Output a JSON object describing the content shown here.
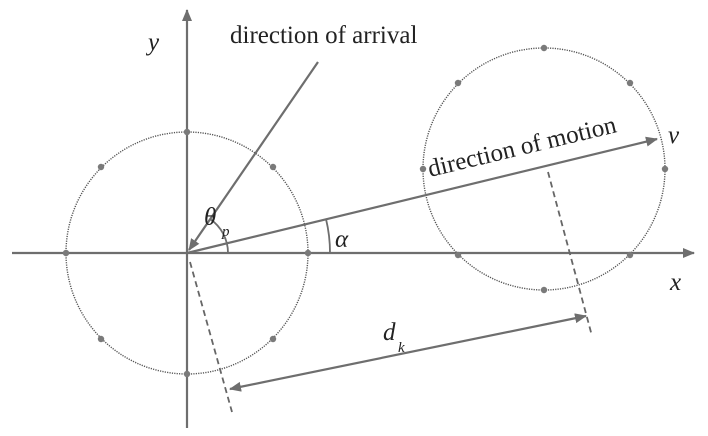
{
  "labels": {
    "direction_of_arrival": "direction of arrival",
    "direction_of_motion": "direction of motion",
    "x_axis": "x",
    "y_axis": "y",
    "velocity": "v",
    "alpha": "α",
    "theta": "θ",
    "theta_sub": "p",
    "distance": "d",
    "distance_sub": "k"
  },
  "colors": {
    "axis": "#6e6e6e",
    "circle": "#555555",
    "node": "#7a7a7a",
    "text": "#222222",
    "dashed": "#666666"
  }
}
